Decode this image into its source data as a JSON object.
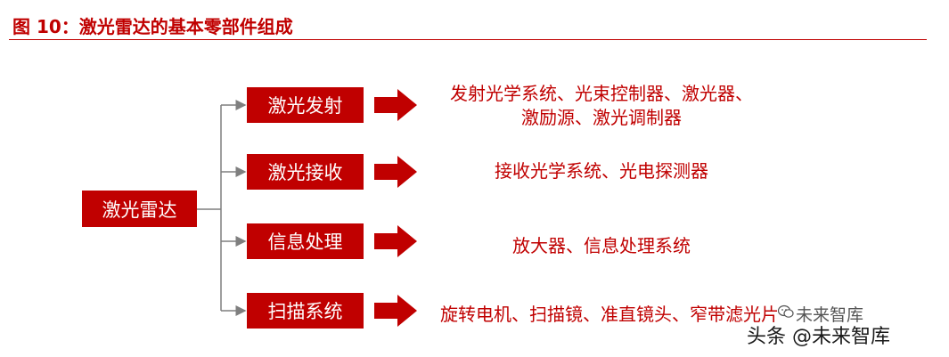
{
  "title": "图 10：激光雷达的基本零部件组成",
  "root": {
    "label": "激光雷达"
  },
  "branches": [
    {
      "label": "激光发射",
      "desc_line1": "发射光学系统、光束控制器、激光器、",
      "desc_line2": "激励源、激光调制器"
    },
    {
      "label": "激光接收",
      "desc_line1": "接收光学系统、光电探测器"
    },
    {
      "label": "信息处理",
      "desc_line1": "放大器、信息处理系统"
    },
    {
      "label": "扫描系统",
      "desc_line1": "旋转电机、扫描镜、准直镜头、窄带滤光片"
    }
  ],
  "watermark": {
    "line1": "未来智库",
    "line2": "头条 @未来智库"
  },
  "colors": {
    "brand_red": "#c00000",
    "connector_gray": "#7f7f7f"
  }
}
